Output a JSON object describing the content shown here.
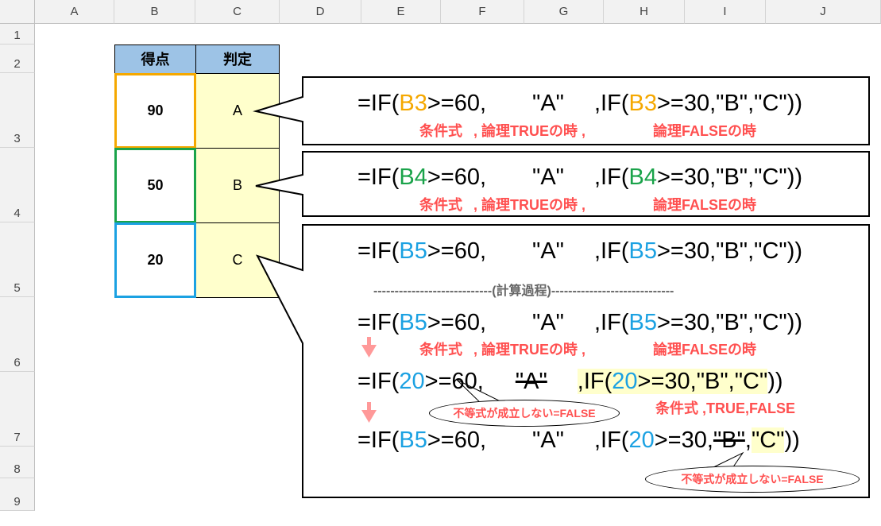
{
  "columns": [
    "A",
    "B",
    "C",
    "D",
    "E",
    "F",
    "G",
    "H",
    "I",
    "J"
  ],
  "rows": [
    "1",
    "2",
    "3",
    "4",
    "5",
    "6",
    "7",
    "8",
    "9"
  ],
  "table": {
    "headers": [
      "得点",
      "判定"
    ],
    "rows": [
      {
        "score": "90",
        "grade": "A"
      },
      {
        "score": "50",
        "grade": "B"
      },
      {
        "score": "20",
        "grade": "C"
      }
    ]
  },
  "formula_parts": {
    "prefix": "=IF(",
    "cond_tail": ">=60,",
    "true_val": "\"A\"",
    "inner_open": ",IF(",
    "inner_tail": ">=30,",
    "b_val": "\"B\"",
    "comma": ",",
    "c_val": "\"C\"",
    "close": "))",
    "ref3": "B3",
    "ref4": "B4",
    "ref5": "B5",
    "num20": "20"
  },
  "labels": {
    "condition": "条件式",
    "true_part": ", 論理TRUEの時 ,",
    "false_part": "論理FALSEの時",
    "inner_labels": "条件式 ,TRUE,FALSE",
    "calc_process": "----------------------------(計算過程)-----------------------------",
    "oval1": "不等式が成立しない=FALSE",
    "oval2": "不等式が成立しない=FALSE"
  },
  "colors": {
    "orange": "#f5a800",
    "green": "#1aa34a",
    "blue": "#1ba1e2",
    "label_red": "#ff5050",
    "header_blue": "#9dc3e6",
    "cell_yellow": "#ffffcc",
    "arrow_pink": "#ff9999"
  }
}
